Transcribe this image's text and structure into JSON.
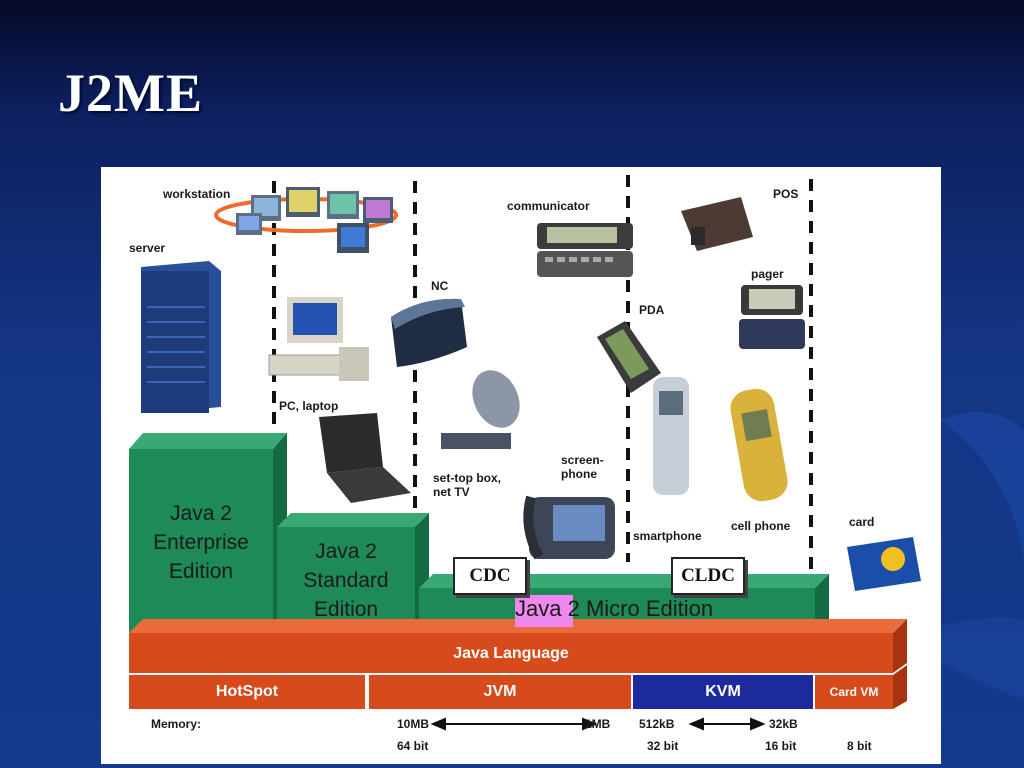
{
  "slide": {
    "title": "J2ME"
  },
  "devices": {
    "workstation": "workstation",
    "server": "server",
    "pc_laptop": "PC, laptop",
    "nc": "NC",
    "communicator": "communicator",
    "pos": "POS",
    "pager": "pager",
    "pda": "PDA",
    "set_top_box": "set-top box,\nnet TV",
    "screenphone": "screen-\nphone",
    "smartphone": "smartphone",
    "cell_phone": "cell phone",
    "card": "card"
  },
  "editions": {
    "enterprise": "Java 2\nEnterprise\nEdition",
    "standard": "Java 2\nStandard\nEdition",
    "micro_java": "Java",
    "micro_rest": " 2 Micro Edition",
    "cdc": "CDC",
    "cldc": "CLDC"
  },
  "layers": {
    "language": "Java Language",
    "hotspot": "HotSpot",
    "jvm": "JVM",
    "kvm": "KVM",
    "card_vm": "Card VM"
  },
  "memory": {
    "label": "Memory:",
    "m10mb": "10MB",
    "m1mb": "1MB",
    "m512kb": "512kB",
    "m32kb": "32kB",
    "b64": "64 bit",
    "b32": "32 bit",
    "b16": "16 bit",
    "b8": "8 bit"
  },
  "colors": {
    "edition_green": "#1e8a57",
    "language_red": "#d64a1c",
    "kvm_blue": "#1c2a9e",
    "slide_blue": "#143584"
  }
}
